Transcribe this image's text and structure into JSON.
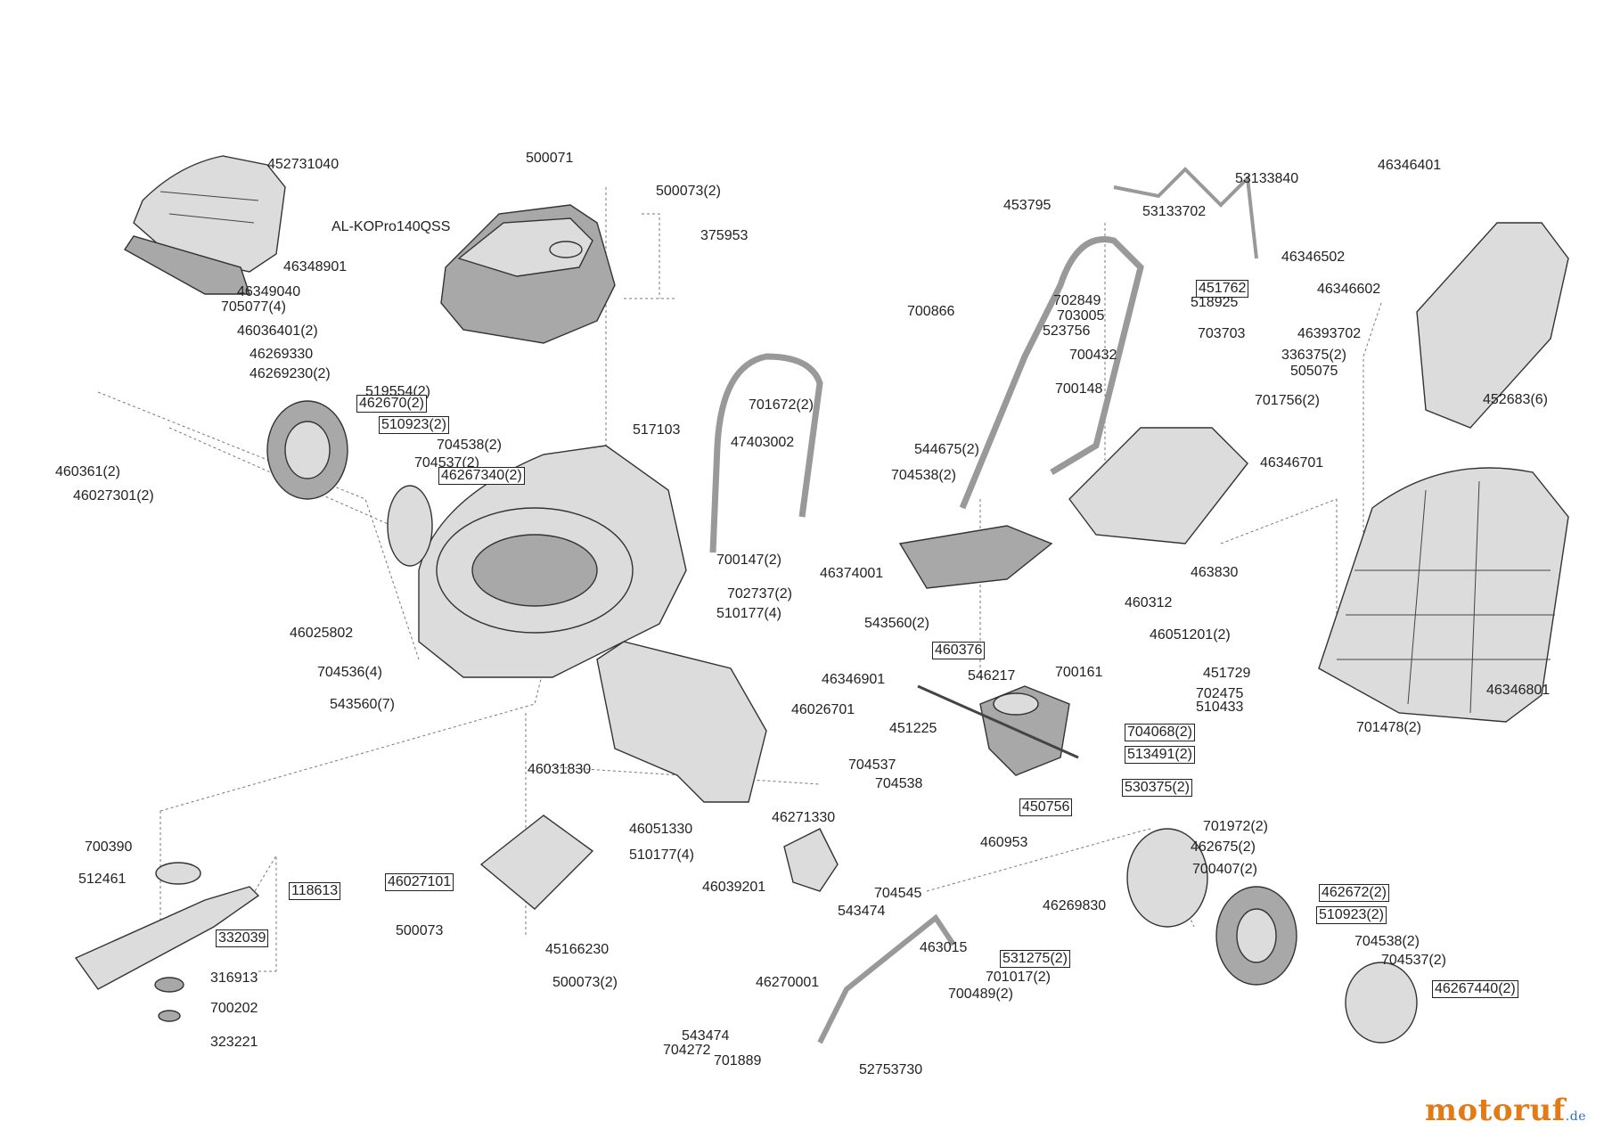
{
  "brand": {
    "name": "motoruf",
    "suffix": ".de"
  },
  "parts": [
    {
      "id": "452731040"
    },
    {
      "id": "46348901"
    },
    {
      "id": "46349040"
    },
    {
      "id": "705077(4)"
    },
    {
      "id": "46036401(2)"
    },
    {
      "id": "46269330"
    },
    {
      "id": "46269230(2)"
    },
    {
      "id": "519554(2)"
    },
    {
      "id": "462670(2)",
      "boxed": true
    },
    {
      "id": "510923(2)",
      "boxed": true
    },
    {
      "id": "704538(2)"
    },
    {
      "id": "704537(2)"
    },
    {
      "id": "46267340(2)",
      "boxed": true
    },
    {
      "id": "460361(2)"
    },
    {
      "id": "46027301(2)"
    },
    {
      "id": "500071"
    },
    {
      "id": "500073(2)"
    },
    {
      "id": "AL-KOPro140QSS"
    },
    {
      "id": "375953"
    },
    {
      "id": "517103"
    },
    {
      "id": "47403002"
    },
    {
      "id": "701672(2)"
    },
    {
      "id": "544675(2)"
    },
    {
      "id": "704538(2)"
    },
    {
      "id": "700147(2)"
    },
    {
      "id": "702737(2)"
    },
    {
      "id": "510177(4)"
    },
    {
      "id": "543560(2)"
    },
    {
      "id": "46025802"
    },
    {
      "id": "704536(4)"
    },
    {
      "id": "543560(7)"
    },
    {
      "id": "46346901"
    },
    {
      "id": "46026701"
    },
    {
      "id": "46031830"
    },
    {
      "id": "46051330"
    },
    {
      "id": "46271330"
    },
    {
      "id": "510177(4)"
    },
    {
      "id": "46039201"
    },
    {
      "id": "704537"
    },
    {
      "id": "704538"
    },
    {
      "id": "53133840"
    },
    {
      "id": "453795"
    },
    {
      "id": "53133702"
    },
    {
      "id": "451762",
      "boxed": true
    },
    {
      "id": "518925"
    },
    {
      "id": "700866"
    },
    {
      "id": "702849"
    },
    {
      "id": "703005"
    },
    {
      "id": "523756"
    },
    {
      "id": "703703"
    },
    {
      "id": "700432"
    },
    {
      "id": "700148"
    },
    {
      "id": "46346701"
    },
    {
      "id": "46374001"
    },
    {
      "id": "463830"
    },
    {
      "id": "460312"
    },
    {
      "id": "46051201(2)"
    },
    {
      "id": "460376",
      "boxed": true
    },
    {
      "id": "546217"
    },
    {
      "id": "700161"
    },
    {
      "id": "451729"
    },
    {
      "id": "702475"
    },
    {
      "id": "510433"
    },
    {
      "id": "451225"
    },
    {
      "id": "704068(2)",
      "boxed": true
    },
    {
      "id": "513491(2)",
      "boxed": true
    },
    {
      "id": "530375(2)",
      "boxed": true
    },
    {
      "id": "450756",
      "boxed": true
    },
    {
      "id": "460953"
    },
    {
      "id": "46346401"
    },
    {
      "id": "46346502"
    },
    {
      "id": "46346602"
    },
    {
      "id": "46393702"
    },
    {
      "id": "336375(2)"
    },
    {
      "id": "505075"
    },
    {
      "id": "701756(2)"
    },
    {
      "id": "452683(6)"
    },
    {
      "id": "46346801"
    },
    {
      "id": "701478(2)"
    },
    {
      "id": "701972(2)"
    },
    {
      "id": "462675(2)"
    },
    {
      "id": "700407(2)"
    },
    {
      "id": "462672(2)",
      "boxed": true
    },
    {
      "id": "510923(2)",
      "boxed": true
    },
    {
      "id": "704538(2)"
    },
    {
      "id": "704537(2)"
    },
    {
      "id": "46267440(2)",
      "boxed": true
    },
    {
      "id": "46269830"
    },
    {
      "id": "704545"
    },
    {
      "id": "543474"
    },
    {
      "id": "463015"
    },
    {
      "id": "531275(2)",
      "boxed": true
    },
    {
      "id": "701017(2)"
    },
    {
      "id": "700489(2)"
    },
    {
      "id": "46270001"
    },
    {
      "id": "543474"
    },
    {
      "id": "704272"
    },
    {
      "id": "701889"
    },
    {
      "id": "52753730"
    },
    {
      "id": "700390"
    },
    {
      "id": "512461"
    },
    {
      "id": "118613",
      "boxed": true
    },
    {
      "id": "332039",
      "boxed": true
    },
    {
      "id": "316913"
    },
    {
      "id": "700202"
    },
    {
      "id": "323221"
    },
    {
      "id": "46027101",
      "boxed": true
    },
    {
      "id": "500073"
    },
    {
      "id": "45166230"
    },
    {
      "id": "500073(2)"
    }
  ]
}
